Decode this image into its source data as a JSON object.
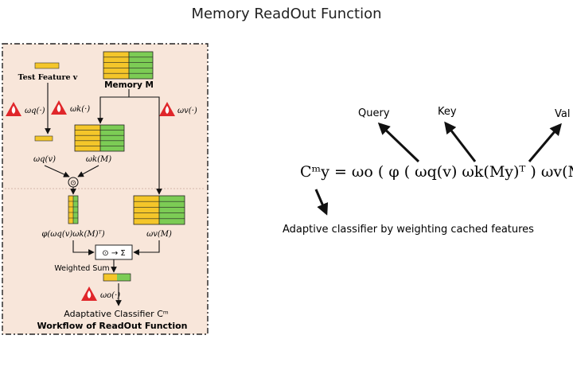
{
  "slide": {
    "title": "Memory ReadOut Function"
  },
  "workflow": {
    "test_feature_label": "Test Feature v",
    "memory_label": "Memory M",
    "wq_fn": "ωq(·)",
    "wk_fn": "ωk(·)",
    "wv_fn": "ωv(·)",
    "wo_fn": "ωo(·)",
    "wq_out": "ωq(v)",
    "wk_out": "ωk(M)",
    "wv_out": "ωv(M)",
    "hadamard": "⊙",
    "attention_expr": "φ(ωq(v)ωk(M)ᵀ)",
    "weighted_op": "⊙ → Σ",
    "weighted_sum_label": "Weighted Sum",
    "classifier_label": "Adaptative Classifier Cᵐ",
    "caption": "Workflow of ReadOut Function",
    "colors": {
      "panel_bg": "#f8e6da",
      "yellow": "#f4c62a",
      "green": "#7ccc55",
      "fire_red": "#e0262a"
    }
  },
  "equation": {
    "formula": "Cᵐy = ωo ( φ ( ωq(v) ωk(My)ᵀ ) ωv(My)",
    "query_label": "Query",
    "key_label": "Key",
    "value_label": "Val",
    "caption": "Adaptive classifier by weighting cached features"
  }
}
